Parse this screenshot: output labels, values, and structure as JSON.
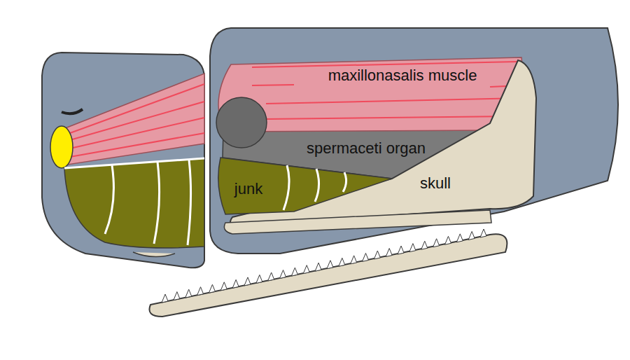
{
  "diagram": {
    "labels": [
      "maxillonasalis muscle",
      "spermaceti organ",
      "junk",
      "skull"
    ]
  }
}
